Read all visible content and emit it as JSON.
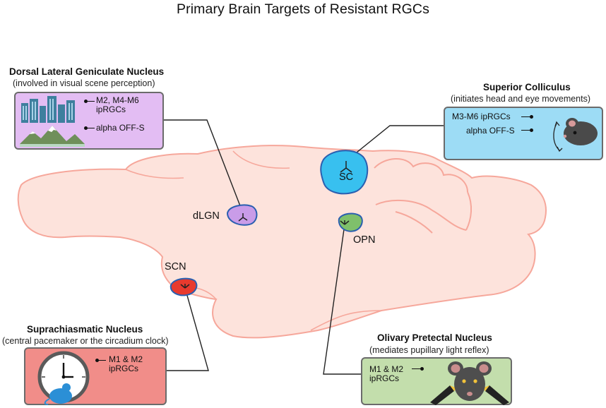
{
  "title": "Primary Brain Targets of Resistant RGCs",
  "targets": {
    "dlgn": {
      "heading": "Dorsal Lateral Geniculate Nucleus",
      "subtitle": "(involved in visual scene perception)",
      "label": "dLGN",
      "items": [
        "M2, M4-M6",
        "ipRGCs",
        "alpha OFF-S"
      ],
      "panel_color": "#e3bdf3",
      "nucleus_color": "#c99ce8"
    },
    "sc": {
      "heading": "Superior Colliculus",
      "subtitle": "(initiates head and eye movements)",
      "label": "SC",
      "items": [
        "M3-M6 ipRGCs",
        "alpha OFF-S"
      ],
      "panel_color": "#9ddcf5",
      "nucleus_color": "#38c0ef"
    },
    "opn": {
      "heading": "Olivary Pretectal Nucleus",
      "subtitle": "(mediates pupillary light reflex)",
      "label": "OPN",
      "items": [
        "M1 & M2",
        "ipRGCs"
      ],
      "panel_color": "#c3deac",
      "nucleus_color": "#7fc06b"
    },
    "scn": {
      "heading": "Suprachiasmatic Nucleus",
      "subtitle": "(central pacemaker or the circadium clock)",
      "label": "SCN",
      "items": [
        "M1 & M2",
        "ipRGCs"
      ],
      "panel_color": "#f18d89",
      "nucleus_color": "#e83a2e"
    }
  },
  "colors": {
    "brain_fill": "#fde3dc",
    "brain_outline": "#f6a79b",
    "nucleus_outline": "#2a5fb0",
    "panel_border": "#6b6b6b",
    "connector": "#222222"
  },
  "icons": [
    "city-skyline-icon",
    "mountains-icon",
    "mouse-head-icon",
    "clock-icon",
    "mouse-icon",
    "mouse-face-icon"
  ]
}
